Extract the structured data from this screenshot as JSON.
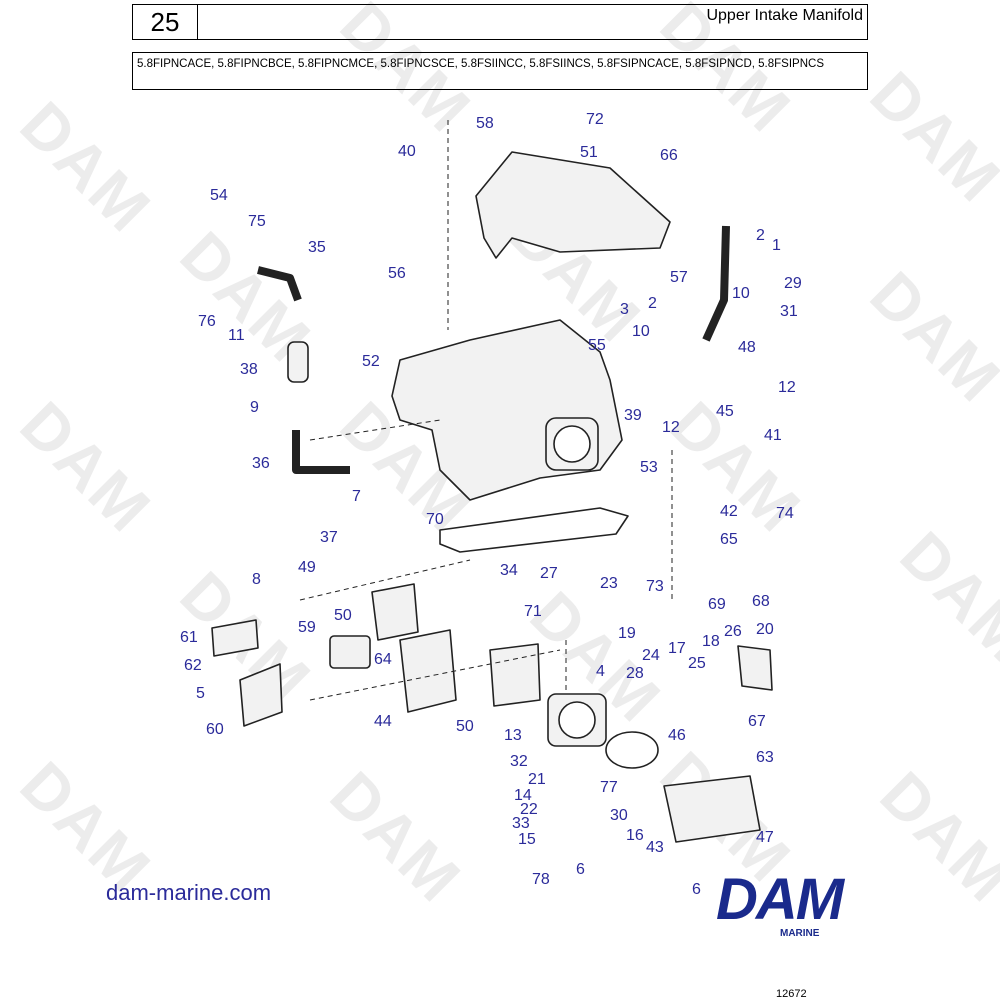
{
  "header": {
    "page_number": "25",
    "title": "Upper Intake Manifold"
  },
  "models": "5.8FIPNCACE, 5.8FIPNCBCE, 5.8FIPNCMCE, 5.8FIPNCSCE, 5.8FSIINCC, 5.8FSIINCS, 5.8FSIPNCACE, 5.8FSIPNCD, 5.8FSIPNCS",
  "watermark": "DAM",
  "footer": {
    "website": "dam-marine.com",
    "logo_text": "DAM",
    "logo_subtext": "MARINE",
    "reference": "12672"
  },
  "colors": {
    "callout": "#2b2b9a",
    "logo": "#1a2a8c"
  },
  "callouts": [
    {
      "id": "c58",
      "text": "58"
    },
    {
      "id": "c72",
      "text": "72"
    },
    {
      "id": "c40",
      "text": "40"
    },
    {
      "id": "c51",
      "text": "51"
    },
    {
      "id": "c66",
      "text": "66"
    },
    {
      "id": "c54",
      "text": "54"
    },
    {
      "id": "c75",
      "text": "75"
    },
    {
      "id": "c35",
      "text": "35"
    },
    {
      "id": "c2a",
      "text": "2"
    },
    {
      "id": "c1",
      "text": "1"
    },
    {
      "id": "c57",
      "text": "57"
    },
    {
      "id": "c29",
      "text": "29"
    },
    {
      "id": "c56",
      "text": "56"
    },
    {
      "id": "c76",
      "text": "76"
    },
    {
      "id": "c11",
      "text": "11"
    },
    {
      "id": "c3",
      "text": "3"
    },
    {
      "id": "c2b",
      "text": "2"
    },
    {
      "id": "c10a",
      "text": "10"
    },
    {
      "id": "c10b",
      "text": "10"
    },
    {
      "id": "c31",
      "text": "31"
    },
    {
      "id": "c52",
      "text": "52"
    },
    {
      "id": "c55",
      "text": "55"
    },
    {
      "id": "c48",
      "text": "48"
    },
    {
      "id": "c38",
      "text": "38"
    },
    {
      "id": "c12a",
      "text": "12"
    },
    {
      "id": "c9",
      "text": "9"
    },
    {
      "id": "c39",
      "text": "39"
    },
    {
      "id": "c45",
      "text": "45"
    },
    {
      "id": "c12b",
      "text": "12"
    },
    {
      "id": "c41",
      "text": "41"
    },
    {
      "id": "c36",
      "text": "36"
    },
    {
      "id": "c53",
      "text": "53"
    },
    {
      "id": "c7",
      "text": "7"
    },
    {
      "id": "c42",
      "text": "42"
    },
    {
      "id": "c74",
      "text": "74"
    },
    {
      "id": "c70",
      "text": "70"
    },
    {
      "id": "c37",
      "text": "37"
    },
    {
      "id": "c65",
      "text": "65"
    },
    {
      "id": "c49",
      "text": "49"
    },
    {
      "id": "c34",
      "text": "34"
    },
    {
      "id": "c27",
      "text": "27"
    },
    {
      "id": "c73",
      "text": "73"
    },
    {
      "id": "c8",
      "text": "8"
    },
    {
      "id": "c23",
      "text": "23"
    },
    {
      "id": "c69",
      "text": "69"
    },
    {
      "id": "c68",
      "text": "68"
    },
    {
      "id": "c50a",
      "text": "50"
    },
    {
      "id": "c71",
      "text": "71"
    },
    {
      "id": "c61",
      "text": "61"
    },
    {
      "id": "c59",
      "text": "59"
    },
    {
      "id": "c19",
      "text": "19"
    },
    {
      "id": "c64",
      "text": "64"
    },
    {
      "id": "c20",
      "text": "20"
    },
    {
      "id": "c24",
      "text": "24"
    },
    {
      "id": "c17",
      "text": "17"
    },
    {
      "id": "c18",
      "text": "18"
    },
    {
      "id": "c26",
      "text": "26"
    },
    {
      "id": "c62",
      "text": "62"
    },
    {
      "id": "c4",
      "text": "4"
    },
    {
      "id": "c28",
      "text": "28"
    },
    {
      "id": "c25",
      "text": "25"
    },
    {
      "id": "c5",
      "text": "5"
    },
    {
      "id": "c60",
      "text": "60"
    },
    {
      "id": "c44",
      "text": "44"
    },
    {
      "id": "c50b",
      "text": "50"
    },
    {
      "id": "c67",
      "text": "67"
    },
    {
      "id": "c13",
      "text": "13"
    },
    {
      "id": "c46",
      "text": "46"
    },
    {
      "id": "c32",
      "text": "32"
    },
    {
      "id": "c63",
      "text": "63"
    },
    {
      "id": "c21",
      "text": "21"
    },
    {
      "id": "c77",
      "text": "77"
    },
    {
      "id": "c14",
      "text": "14"
    },
    {
      "id": "c22",
      "text": "22"
    },
    {
      "id": "c30",
      "text": "30"
    },
    {
      "id": "c33",
      "text": "33"
    },
    {
      "id": "c16",
      "text": "16"
    },
    {
      "id": "c15",
      "text": "15"
    },
    {
      "id": "c47",
      "text": "47"
    },
    {
      "id": "c43",
      "text": "43"
    },
    {
      "id": "c6a",
      "text": "6"
    },
    {
      "id": "c78",
      "text": "78"
    },
    {
      "id": "c6b",
      "text": "6"
    }
  ]
}
